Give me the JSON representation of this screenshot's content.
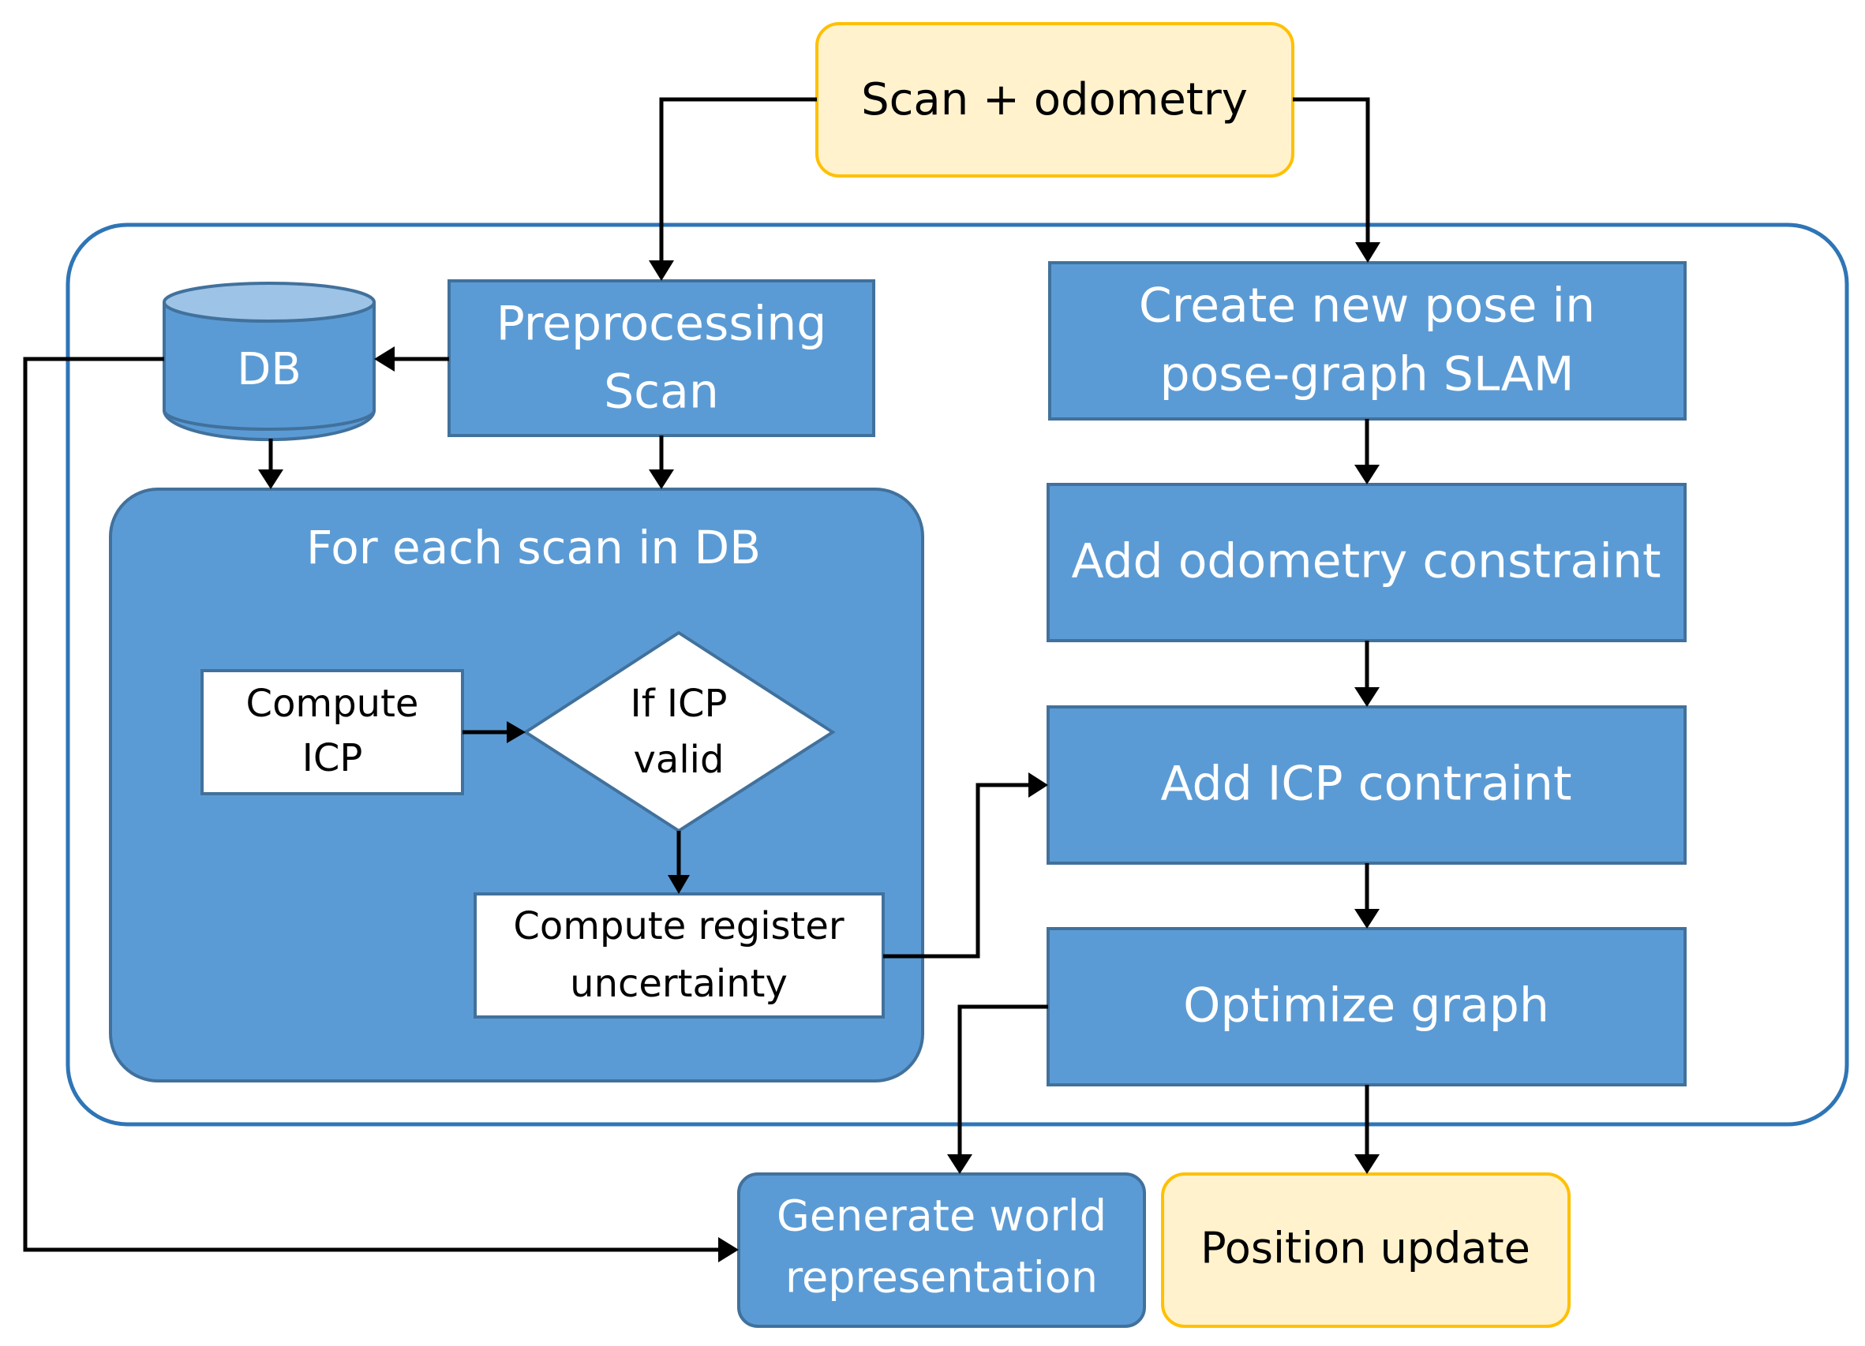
{
  "colors": {
    "box_blue": "#5b9bd5",
    "box_border": "#41719c",
    "outer_border": "#2e75b6",
    "yellow_fill": "#fff2cc",
    "yellow_border": "#ffc000",
    "db_top": "#9dc3e6",
    "arrow": "#000000",
    "text_light": "#ffffff",
    "text_dark": "#000000"
  },
  "nodes": {
    "scan_odometry": {
      "label": "Scan + odometry"
    },
    "preprocessing": {
      "line1": "Preprocessing",
      "line2": "Scan"
    },
    "db": {
      "label": "DB"
    },
    "for_each": {
      "label": "For each scan in DB"
    },
    "compute_icp": {
      "line1": "Compute",
      "line2": "ICP"
    },
    "icp_valid": {
      "line1": "If ICP",
      "line2": "valid"
    },
    "register_uncertainty": {
      "line1": "Compute register",
      "line2": "uncertainty"
    },
    "create_pose": {
      "line1": "Create new pose in",
      "line2": "pose-graph SLAM"
    },
    "odometry_constraint": {
      "label": "Add odometry constraint"
    },
    "icp_constraint": {
      "label": "Add ICP contraint"
    },
    "optimize": {
      "label": "Optimize graph"
    },
    "world_representation": {
      "line1": "Generate world",
      "line2": "representation"
    },
    "position_update": {
      "label": "Position update"
    }
  }
}
